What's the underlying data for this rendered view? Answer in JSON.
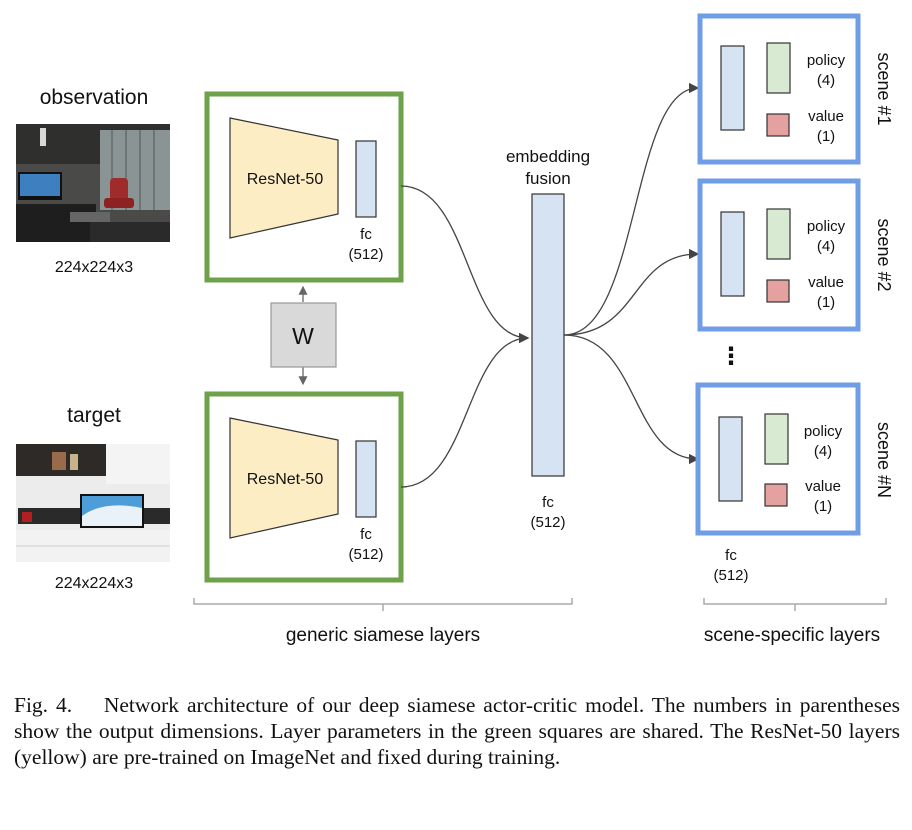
{
  "colors": {
    "green_box": "#6ea24a",
    "blue_box": "#6f9ee6",
    "resnet_fill": "#fcedc4",
    "fc_fill": "#d6e3f3",
    "policy_fill": "#d9ead3",
    "value_fill": "#e5a0a0",
    "w_fill": "#d9d9d9"
  },
  "inputs": {
    "observation_label": "observation",
    "observation_size": "224x224x3",
    "target_label": "target",
    "target_size": "224x224x3"
  },
  "siamese": {
    "resnet_label": "ResNet-50",
    "fc_label": "fc",
    "fc_dim": "(512)",
    "w_label": "W",
    "group_label": "generic siamese layers"
  },
  "fusion": {
    "title_line1": "embedding",
    "title_line2": "fusion",
    "fc_label": "fc",
    "fc_dim": "(512)"
  },
  "scenes": [
    {
      "label": "scene #1",
      "policy": "policy",
      "policy_dim": "(4)",
      "value": "value",
      "value_dim": "(1)"
    },
    {
      "label": "scene #2",
      "policy": "policy",
      "policy_dim": "(4)",
      "value": "value",
      "value_dim": "(1)"
    },
    {
      "label": "scene #N",
      "policy": "policy",
      "policy_dim": "(4)",
      "value": "value",
      "value_dim": "(1)"
    }
  ],
  "scene_specific": {
    "ellipsis": "⋮",
    "fc_label": "fc",
    "fc_dim": "(512)",
    "group_label": "scene-specific layers"
  },
  "caption": {
    "fig_label": "Fig. 4.",
    "text": "Network architecture of our deep siamese actor-critic model. The numbers in parentheses show the output dimensions. Layer parameters in the green squares are shared. The ResNet-50 layers (yellow) are pre-trained on ImageNet and fixed during training."
  }
}
